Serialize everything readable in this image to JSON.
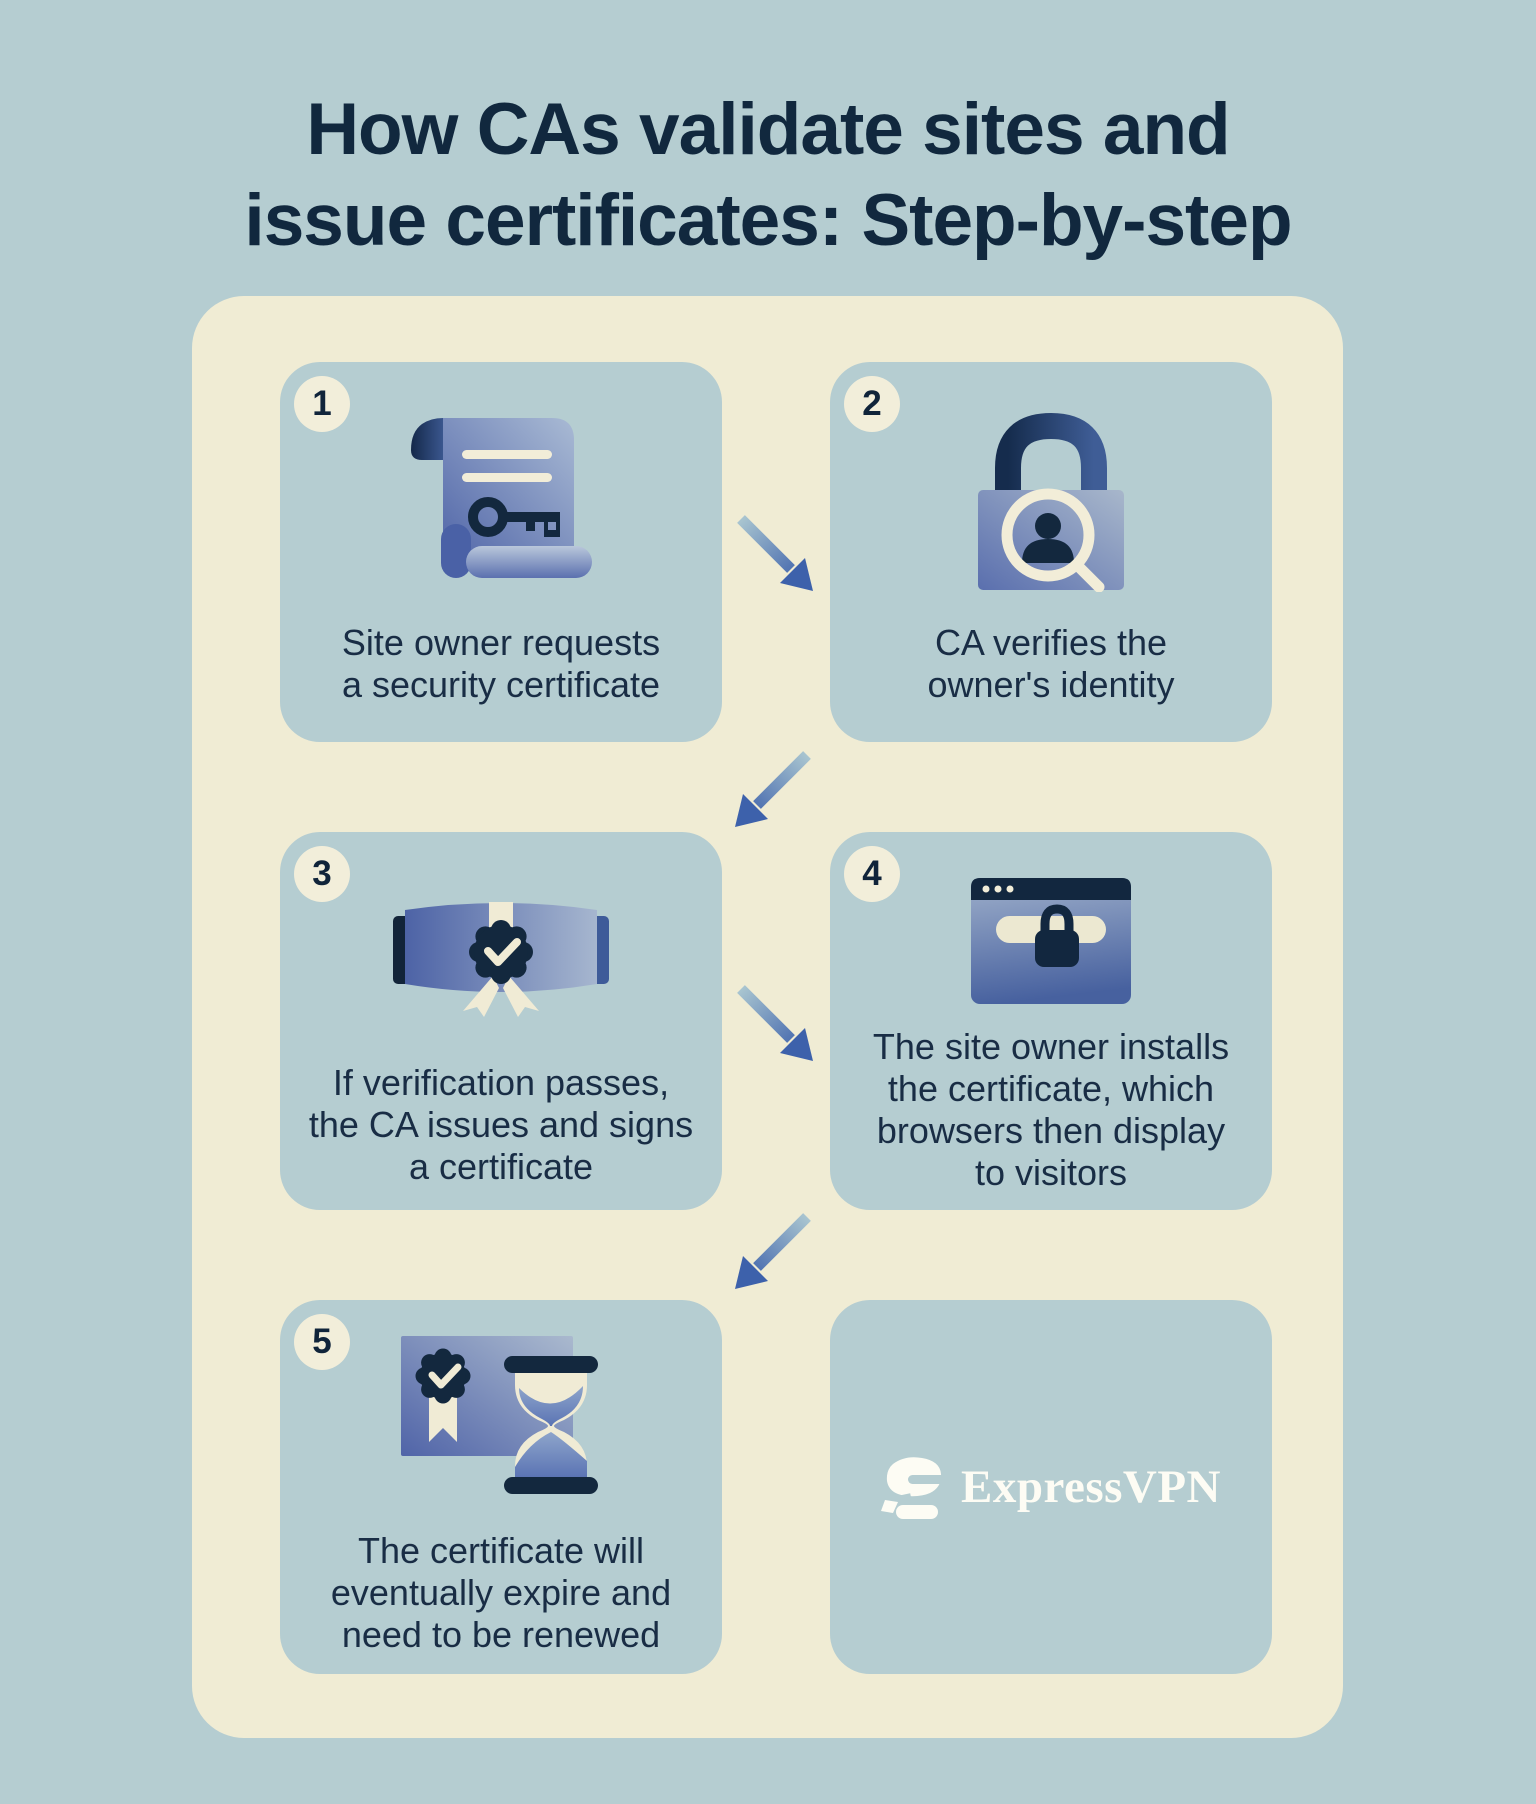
{
  "title": "How CAs validate sites and\nissue certificates: Step-by-step",
  "steps": [
    {
      "number": "1",
      "icon": "scroll-key-certificate-icon",
      "text": "Site owner requests\na security certificate"
    },
    {
      "number": "2",
      "icon": "padlock-magnifier-identity-icon",
      "text": "CA verifies the\nowner's identity"
    },
    {
      "number": "3",
      "icon": "sealed-banner-certificate-icon",
      "text": "If verification passes,\nthe CA issues and signs\na certificate"
    },
    {
      "number": "4",
      "icon": "browser-lock-icon",
      "text": "The site owner installs\nthe certificate, which\nbrowsers then display\nto visitors"
    },
    {
      "number": "5",
      "icon": "certificate-hourglass-icon",
      "text": "The certificate will\neventually expire and\nneed to be renewed"
    }
  ],
  "flow_arrows": [
    {
      "from": "1",
      "to": "2",
      "direction": "down-right"
    },
    {
      "from": "2",
      "to": "3",
      "direction": "down-left"
    },
    {
      "from": "3",
      "to": "4",
      "direction": "down-right"
    },
    {
      "from": "4",
      "to": "5",
      "direction": "down-left"
    }
  ],
  "brand": {
    "name": "ExpressVPN"
  },
  "palette": {
    "page_background": "#b5cdd1",
    "panel_cream": "#f0ecd4",
    "card_background": "#b5cdd1",
    "badge_cream": "#f2eeda",
    "title_navy": "#11283e",
    "body_text_navy": "#192d45",
    "icon_dark_navy": "#13283e",
    "icon_periwinkle": "#5065a8",
    "icon_light_steel": "#a9bad4",
    "arrow_tail": "#a9c5d0",
    "arrow_head": "#3d61ab",
    "logo_white": "#fdfcf4"
  }
}
